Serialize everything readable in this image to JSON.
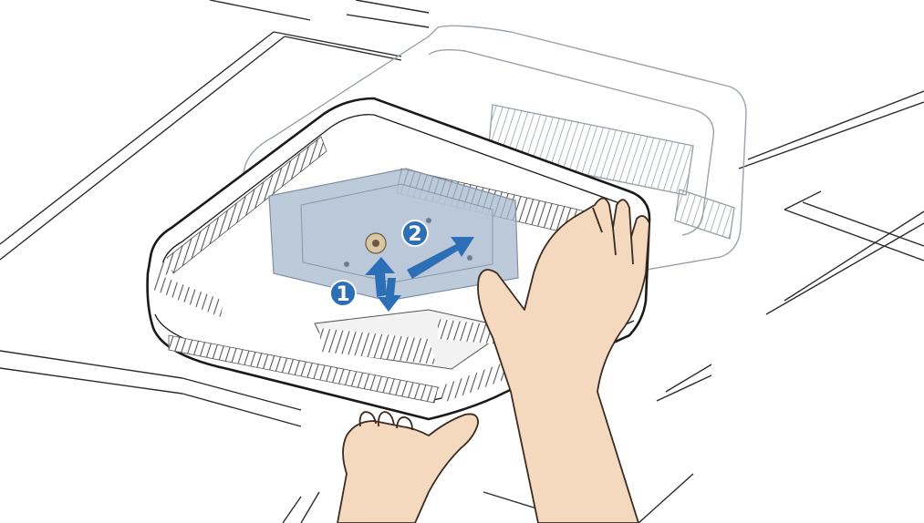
{
  "figure": {
    "steps": [
      {
        "number": "1",
        "direction": "up-and-down"
      },
      {
        "number": "2",
        "direction": "slide-toward-back"
      }
    ]
  },
  "colors": {
    "background": "#ffffff",
    "ceiling_lines": "#2b2b2b",
    "device_outline": "#1a1a1a",
    "device_body": "#ffffff",
    "vent_slats": "#555555",
    "ghost_outline": "#9aa2aa",
    "mount_plate": "#a7b8cc",
    "step_badge": "#2c6fb7",
    "arrow": "#2c6fb7",
    "skin": "#f4d9bf",
    "skin_outline": "#3a2a22"
  },
  "icons": [
    "ceiling-grid",
    "access-point-device",
    "mounting-bracket",
    "hand-left",
    "hand-right"
  ]
}
